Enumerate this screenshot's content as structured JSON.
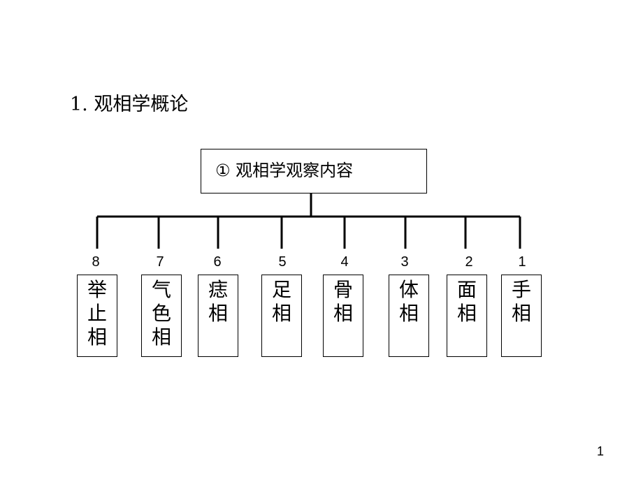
{
  "title": "1. 观相学概论",
  "root": "①  观相学观察内容",
  "leaves": [
    {
      "num": "8",
      "label": "举止相"
    },
    {
      "num": "7",
      "label": "气色相"
    },
    {
      "num": "6",
      "label": "痣相"
    },
    {
      "num": "5",
      "label": "足相"
    },
    {
      "num": "4",
      "label": "骨相"
    },
    {
      "num": "3",
      "label": "体相"
    },
    {
      "num": "2",
      "label": "面相"
    },
    {
      "num": "1",
      "label": "手相"
    }
  ],
  "page_number": "1"
}
